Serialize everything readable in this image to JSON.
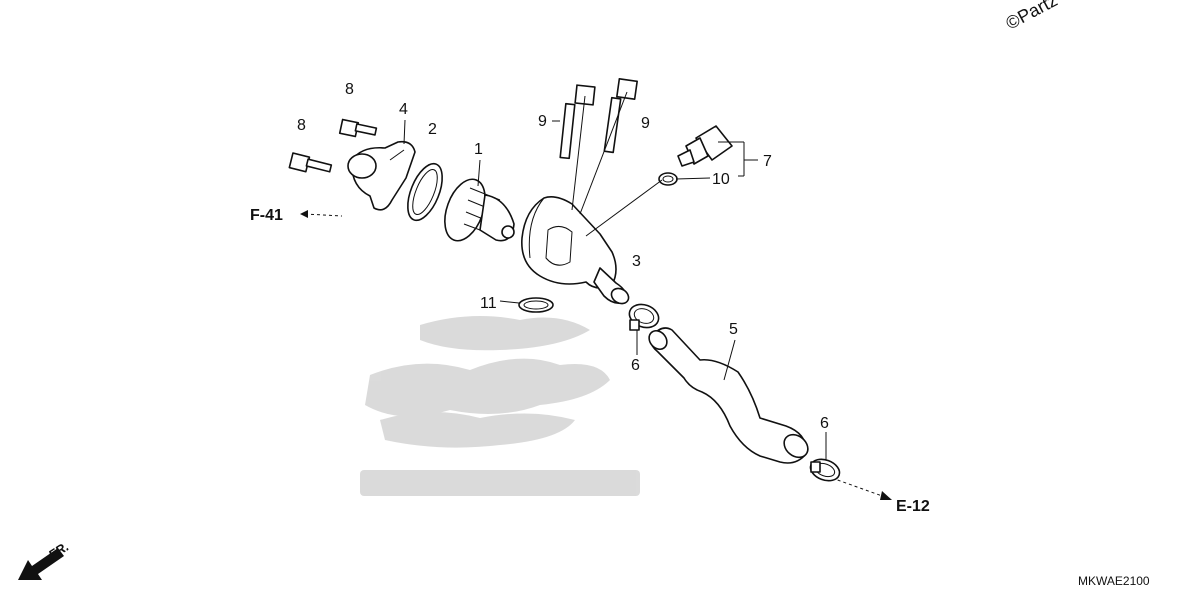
{
  "copyright": "©Partz",
  "diagram_code": "MKWAE2100",
  "front_label": "FR.",
  "references": {
    "left": "F-41",
    "right": "E-12"
  },
  "callouts": {
    "c1": "1",
    "c2": "2",
    "c3": "3",
    "c4": "4",
    "c5": "5",
    "c6a": "6",
    "c6b": "6",
    "c7": "7",
    "c8a": "8",
    "c8b": "8",
    "c9a": "9",
    "c9b": "9",
    "c10": "10",
    "c11": "11"
  }
}
